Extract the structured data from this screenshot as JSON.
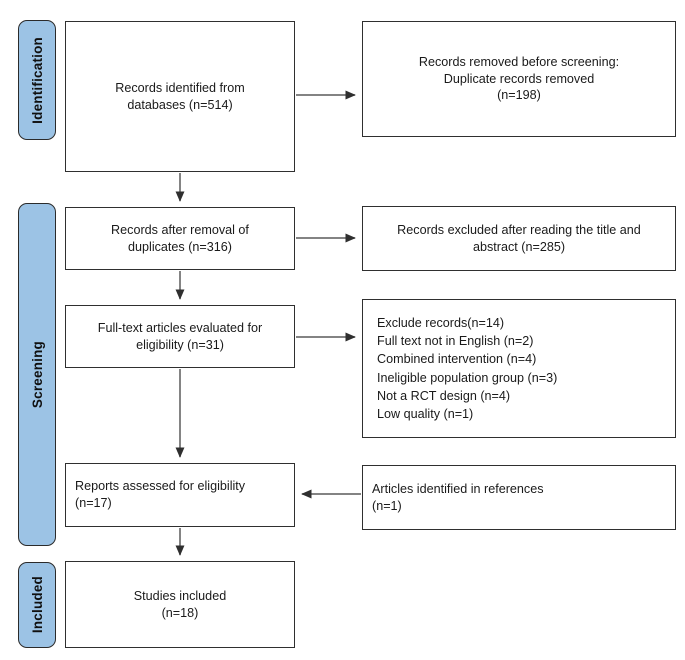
{
  "diagram": {
    "title": "PRISMA study selection flow diagram",
    "accent_color": "#9cc3e5",
    "line_color": "#2f2f2f",
    "background": "#ffffff"
  },
  "stages": [
    {
      "id": "identification",
      "label": "Identification"
    },
    {
      "id": "screening",
      "label": "Screening"
    },
    {
      "id": "included",
      "label": "Included"
    }
  ],
  "boxes": {
    "records_identified": "Records identified from\ndatabases (n=514)",
    "duplicates_removed": "Records removed before screening:\nDuplicate records removed\n(n=198)",
    "records_after_duplicates": "Records after removal of\nduplicates (n=316)",
    "records_excluded_title_abstract": "Records excluded after reading the title and\nabstract (n=285)",
    "fulltext_evaluated": "Full-text articles evaluated for\neligibility (n=31)",
    "exclusion_reasons": "Exclude records(n=14)\nFull text not in English (n=2)\nCombined intervention (n=4)\nIneligible population group (n=3)\nNot a RCT design (n=4)\nLow quality (n=1)",
    "reports_assessed": "Reports assessed for eligibility\n(n=17)",
    "articles_from_references": "Articles identified in references\n(n=1)",
    "studies_included": "Studies included\n(n=18)"
  },
  "chart_data": {
    "type": "diagram",
    "title": "PRISMA flow diagram",
    "nodes": [
      {
        "id": "records_identified",
        "stage": "Identification",
        "label": "Records identified from databases",
        "n": 514
      },
      {
        "id": "duplicates_removed",
        "stage": "Identification",
        "label": "Records removed before screening: Duplicate records removed",
        "n": 198
      },
      {
        "id": "records_after_duplicates",
        "stage": "Screening",
        "label": "Records after removal of duplicates",
        "n": 316
      },
      {
        "id": "records_excluded_title_abstract",
        "stage": "Screening",
        "label": "Records excluded after reading the title and abstract",
        "n": 285
      },
      {
        "id": "fulltext_evaluated",
        "stage": "Screening",
        "label": "Full-text articles evaluated for eligibility",
        "n": 31
      },
      {
        "id": "exclusion_reasons",
        "stage": "Screening",
        "label": "Exclude records",
        "n": 14,
        "reasons": [
          {
            "label": "Full text not in English",
            "n": 2
          },
          {
            "label": "Combined intervention",
            "n": 4
          },
          {
            "label": "Ineligible population group",
            "n": 3
          },
          {
            "label": "Not a RCT design",
            "n": 4
          },
          {
            "label": "Low quality",
            "n": 1
          }
        ]
      },
      {
        "id": "reports_assessed",
        "stage": "Screening",
        "label": "Reports assessed for eligibility",
        "n": 17
      },
      {
        "id": "articles_from_references",
        "stage": "Screening",
        "label": "Articles identified in references",
        "n": 1
      },
      {
        "id": "studies_included",
        "stage": "Included",
        "label": "Studies included",
        "n": 18
      }
    ],
    "edges": [
      {
        "from": "records_identified",
        "to": "duplicates_removed",
        "direction": "right"
      },
      {
        "from": "records_identified",
        "to": "records_after_duplicates",
        "direction": "down"
      },
      {
        "from": "records_after_duplicates",
        "to": "records_excluded_title_abstract",
        "direction": "right"
      },
      {
        "from": "records_after_duplicates",
        "to": "fulltext_evaluated",
        "direction": "down"
      },
      {
        "from": "fulltext_evaluated",
        "to": "exclusion_reasons",
        "direction": "right"
      },
      {
        "from": "fulltext_evaluated",
        "to": "reports_assessed",
        "direction": "down"
      },
      {
        "from": "articles_from_references",
        "to": "reports_assessed",
        "direction": "left"
      },
      {
        "from": "reports_assessed",
        "to": "studies_included",
        "direction": "down"
      }
    ]
  }
}
